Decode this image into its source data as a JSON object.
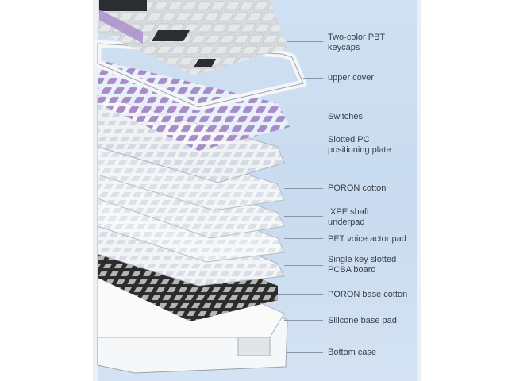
{
  "layers": [
    {
      "id": "keycaps",
      "label": "Two-color PBT keycaps"
    },
    {
      "id": "upper-cover",
      "label": "upper cover"
    },
    {
      "id": "switches",
      "label": "Switches"
    },
    {
      "id": "plate",
      "label": "Slotted PC positioning plate"
    },
    {
      "id": "poron-cotton",
      "label": "PORON cotton"
    },
    {
      "id": "ixpe",
      "label": "IXPE shaft underpad"
    },
    {
      "id": "pet-pad",
      "label": "PET voice actor pad"
    },
    {
      "id": "pcba",
      "label": "Single key slotted PCBA board"
    },
    {
      "id": "poron-base",
      "label": "PORON base cotton"
    },
    {
      "id": "silicone-pad",
      "label": "Silicone base pad"
    },
    {
      "id": "bottom-case",
      "label": "Bottom case"
    }
  ],
  "colors": {
    "panel": "#cfe0f2",
    "keycap_light": "#e6e7e9",
    "keycap_dark": "#2b2d31",
    "switch_purple": "#a88bc9",
    "leader": "#8a96a6",
    "text": "#3a3f47"
  }
}
